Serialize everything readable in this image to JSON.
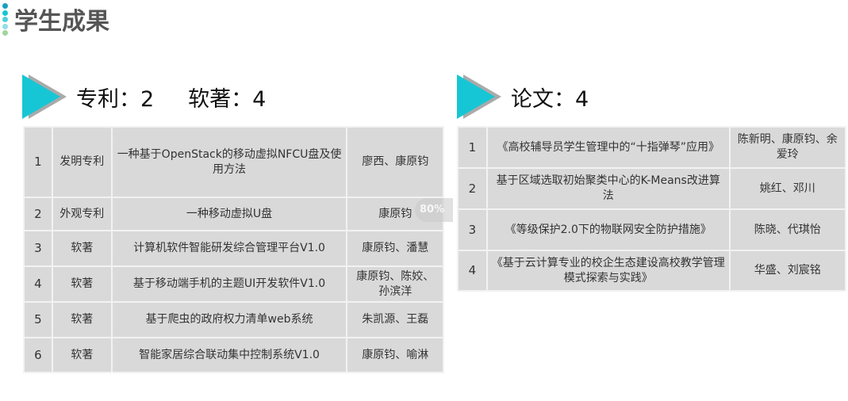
{
  "page_title": "学生成果",
  "accent_color": "#17c6d4",
  "left_section": {
    "heading": "专利：2     软著：4",
    "rows": [
      {
        "no": "1",
        "type": "发明专利",
        "name": "一种基于OpenStack的移动虚拟NFCU盘及使用方法",
        "authors": "廖西、康原钧"
      },
      {
        "no": "2",
        "type": "外观专利",
        "name": "一种移动虚拟U盘",
        "authors": "康原钧"
      },
      {
        "no": "3",
        "type": "软著",
        "name": "计算机软件智能研发综合管理平台V1.0",
        "authors": "康原钧、潘慧"
      },
      {
        "no": "4",
        "type": "软著",
        "name": "基于移动端手机的主题UI开发软件V1.0",
        "authors": "康原钧、陈姣、孙滨洋"
      },
      {
        "no": "5",
        "type": "软著",
        "name": "基于爬虫的政府权力清单web系统",
        "authors": "朱凯源、王磊"
      },
      {
        "no": "6",
        "type": "软著",
        "name": "智能家居综合联动集中控制系统V1.0",
        "authors": "康原钧、喻淋"
      }
    ]
  },
  "right_section": {
    "heading": "论文：4",
    "rows": [
      {
        "no": "1",
        "name": "《高校辅导员学生管理中的“十指弹琴”应用》",
        "authors": "陈新明、康原钧、余爱玲"
      },
      {
        "no": "2",
        "name": "基于区域选取初始聚类中心的K-Means改进算法",
        "authors": "姚红、邓川"
      },
      {
        "no": "3",
        "name": "《等级保护2.0下的物联网安全防护措施》",
        "authors": "陈晓、代琪怡"
      },
      {
        "no": "4",
        "name": "《基于云计算专业的校企生态建设高校教学管理模式探索与实践》",
        "authors": "华盛、刘宸铭"
      }
    ]
  },
  "zoom_indicator": "80%"
}
